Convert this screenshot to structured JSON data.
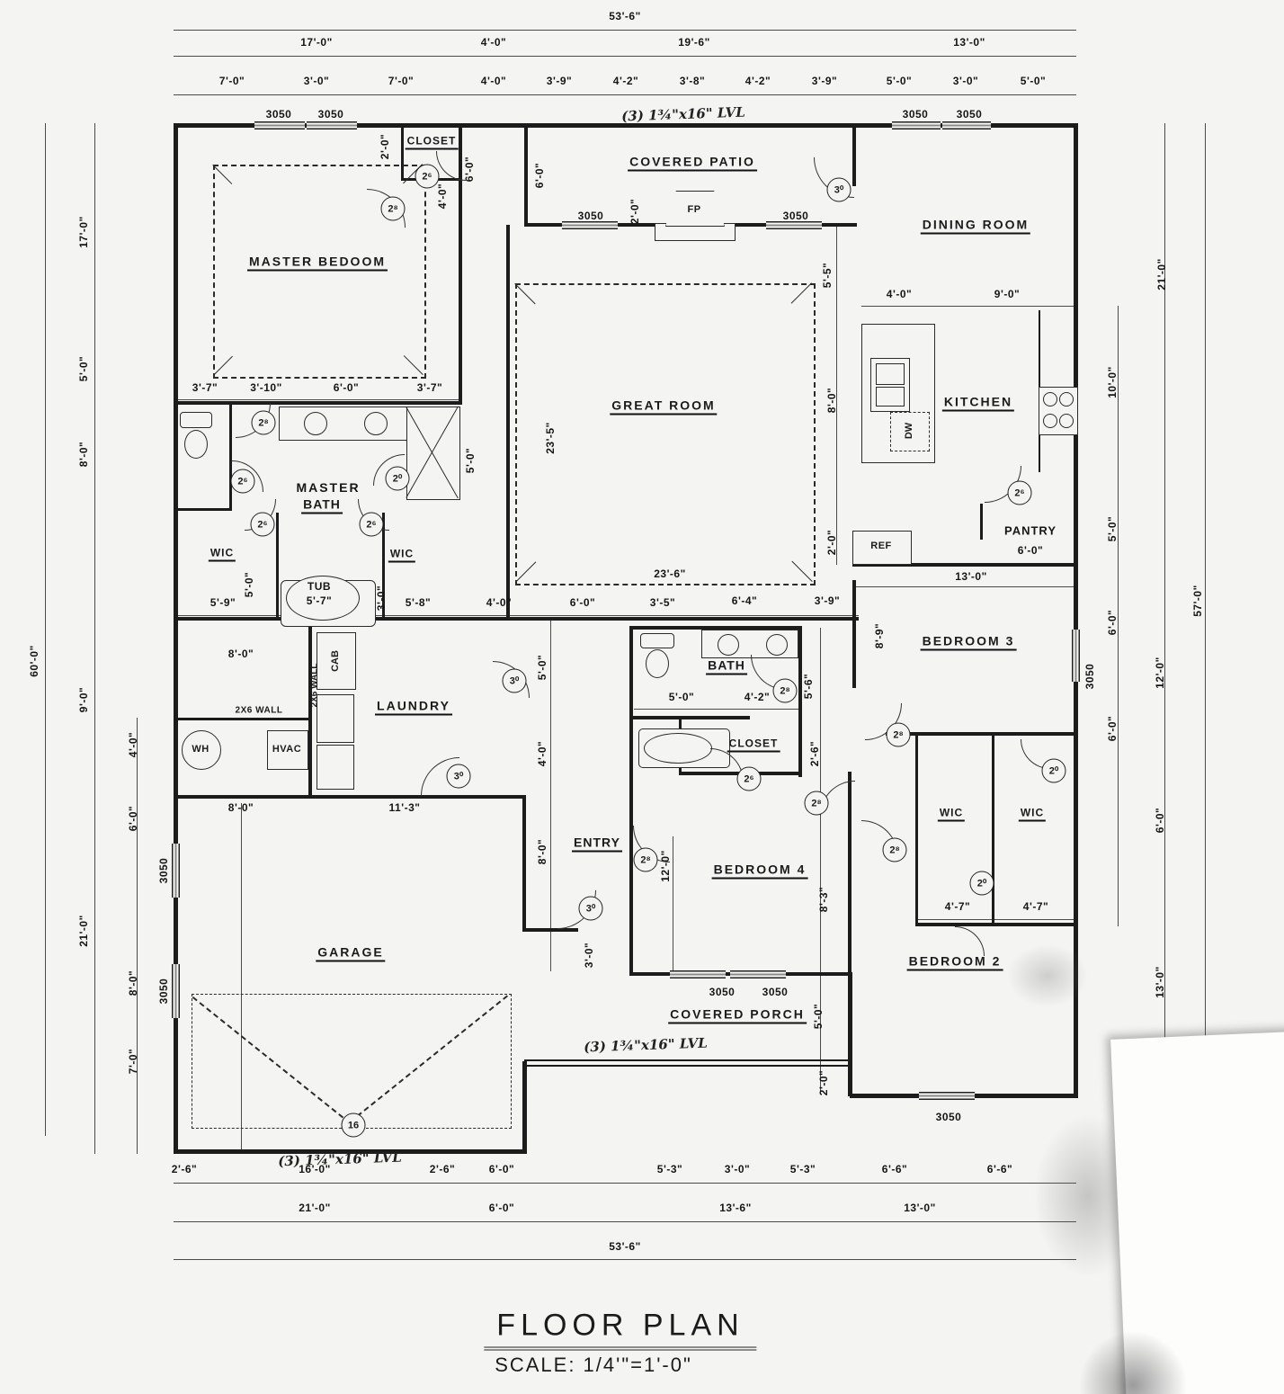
{
  "title": {
    "name": "FLOOR PLAN",
    "scale": "SCALE: 1/4'\"=1'-0\""
  },
  "rooms": {
    "master_bedroom": "MASTER BEDOOM",
    "closet": "CLOSET",
    "covered_patio": "COVERED PATIO",
    "dining": "DINING ROOM",
    "great": "GREAT ROOM",
    "kitchen": "KITCHEN",
    "master_bath_1": "MASTER",
    "master_bath_2": "BATH",
    "wic": "WIC",
    "pantry": "PANTRY",
    "bed3": "BEDROOM 3",
    "laundry": "LAUNDRY",
    "bath": "BATH",
    "entry": "ENTRY",
    "bed4": "BEDROOM 4",
    "garage": "GARAGE",
    "porch": "COVERED PORCH",
    "bed2": "BEDROOM 2",
    "tub": "TUB"
  },
  "fixtures": {
    "wh": "WH",
    "hvac": "HVAC",
    "cab": "CAB",
    "dw": "DW",
    "ref": "REF",
    "fp": "FP"
  },
  "doors": {
    "d28": "2⁸",
    "d26": "2⁶",
    "d20": "2⁰",
    "d30": "3⁰",
    "d16": "16"
  },
  "win": "3050",
  "notes": {
    "lvl": "(3) 1¾\"x16\" LVL",
    "wall26": "2X6 WALL"
  },
  "dims": {
    "d53_6": "53'-6\"",
    "d17_0": "17'-0\"",
    "d4_0": "4'-0\"",
    "d19_6": "19'-6\"",
    "d13_0": "13'-0\"",
    "d7_0": "7'-0\"",
    "d3_0": "3'-0\"",
    "d3_9": "3'-9\"",
    "d4_2": "4'-2\"",
    "d3_8": "3'-8\"",
    "d5_0": "5'-0\"",
    "d2_0": "2'-0\"",
    "d6_0": "6'-0\"",
    "d5_5": "5'-5\"",
    "d8_0": "8'-0\"",
    "d9_0": "9'-0\"",
    "d10_0": "10'-0\"",
    "d21_0": "21'-0\"",
    "d57_0": "57'-0\"",
    "d60_0": "60'-0\"",
    "d12_0": "12'-0\"",
    "d5_9": "5'-9\"",
    "d5_8": "5'-8\"",
    "d5_7": "5'-7\"",
    "d3_7": "3'-7\"",
    "d3_10": "3'-10\"",
    "d23_5": "23'-5\"",
    "d23_6": "23'-6\"",
    "d3_5": "3'-5\"",
    "d6_4": "6'-4\"",
    "d8_9": "8'-9\"",
    "d5_6": "5'-6\"",
    "d2_6": "2'-6\"",
    "d11_3": "11'-3\"",
    "d8_3": "8'-3\"",
    "d5_3": "5'-3\"",
    "d6_6": "6'-6\"",
    "d16_0": "16'-0\"",
    "d13_6": "13'-6\"",
    "d4_7": "4'-7\""
  }
}
